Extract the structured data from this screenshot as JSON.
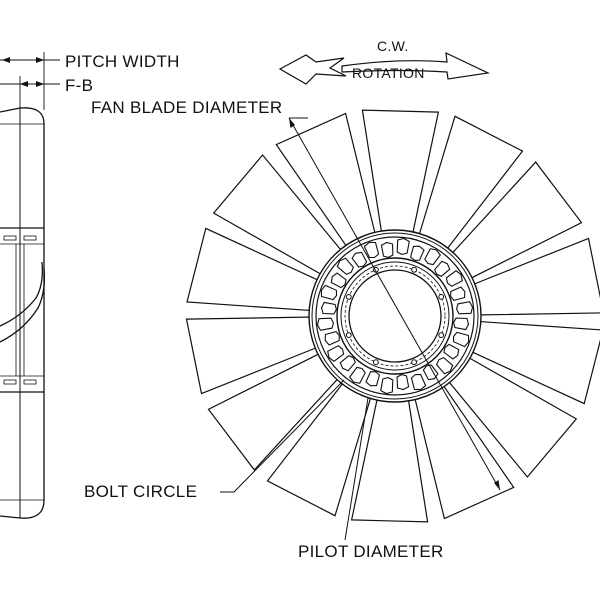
{
  "labels": {
    "pitch_width": "PITCH WIDTH",
    "fb": "F-B",
    "fan_blade_diameter": "FAN BLADE DIAMETER",
    "cw": "C.W.",
    "rotation": "ROTATION",
    "bolt_circle": "BOLT CIRCLE",
    "pilot_diameter": "PILOT DIAMETER"
  },
  "fan": {
    "blade_count": 14
  },
  "colors": {
    "line": "#111111",
    "background": "#ffffff"
  }
}
